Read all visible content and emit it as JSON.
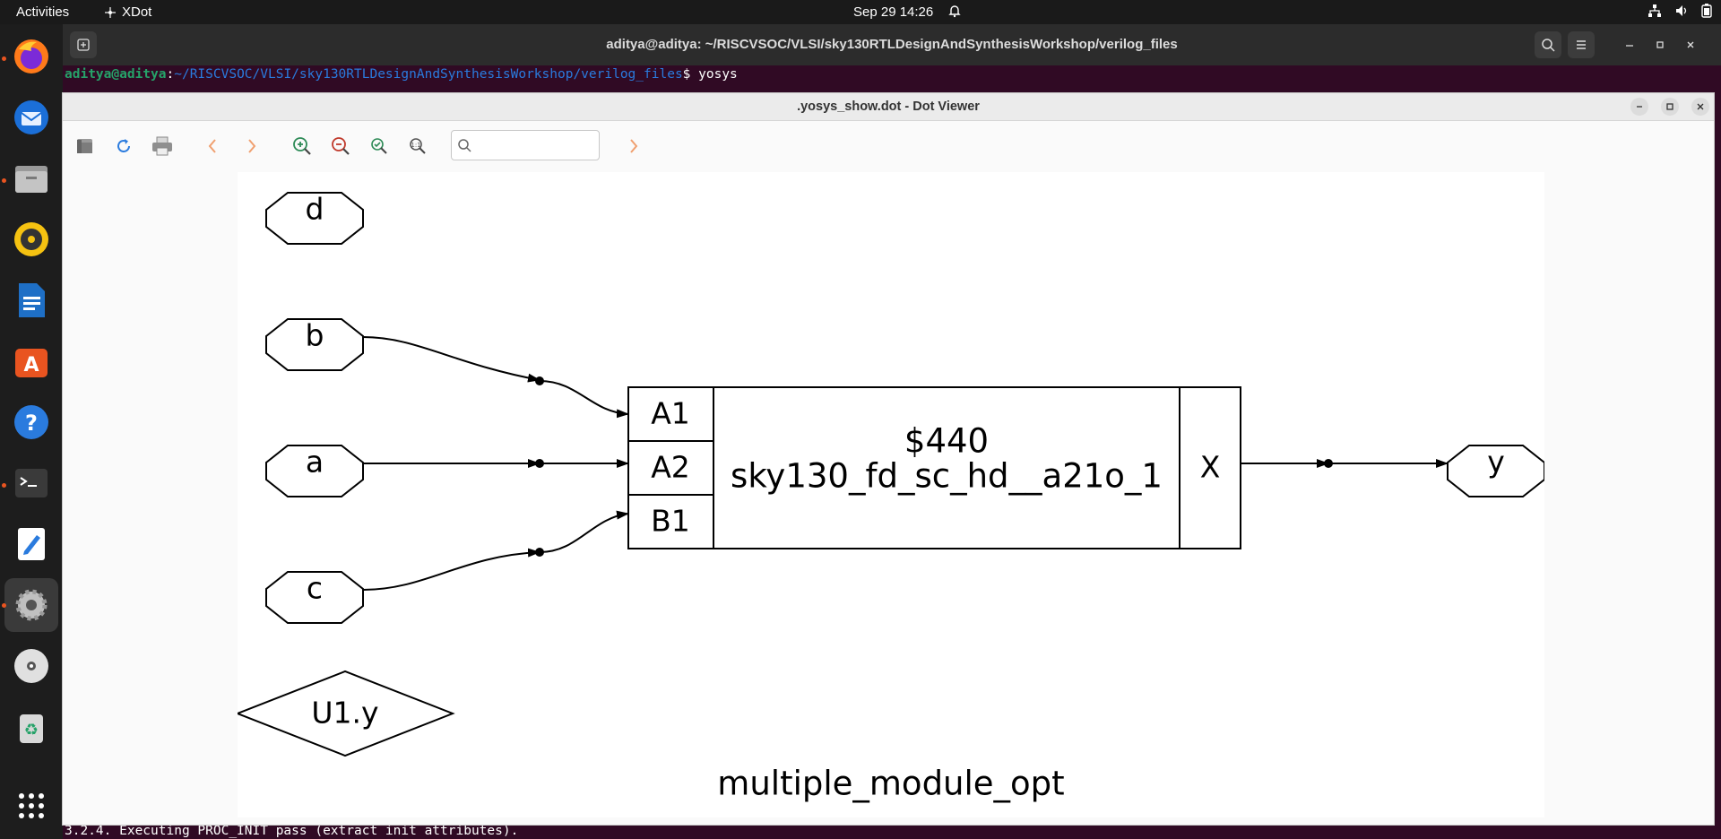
{
  "topbar": {
    "activities": "Activities",
    "app_name": "XDot",
    "clock": "Sep 29  14:26"
  },
  "dock": {
    "items": [
      "firefox-icon",
      "thunderbird-icon",
      "files-icon",
      "rhythmbox-icon",
      "writer-icon",
      "app-center-icon",
      "help-icon",
      "terminal-icon",
      "text-editor-icon",
      "settings-icon",
      "disc-icon",
      "trash-icon",
      "show-apps-icon"
    ]
  },
  "terminal": {
    "title": "aditya@aditya: ~/RISCVSOC/VLSI/sky130RTLDesignAndSynthesisWorkshop/verilog_files",
    "prompt_user": "aditya@aditya",
    "prompt_sep": ":",
    "prompt_path": "~/RISCVSOC/VLSI/sky130RTLDesignAndSynthesisWorkshop/verilog_files",
    "prompt_cmd": "$ yosys",
    "bottom_line": "3.2.4. Executing PROC_INIT pass (extract init attributes)."
  },
  "viewer": {
    "title": ".yosys_show.dot - Dot Viewer",
    "search_placeholder": ""
  },
  "graph": {
    "inputs": [
      "d",
      "b",
      "a",
      "c"
    ],
    "output": "y",
    "extra_node": "U1.y",
    "cell": {
      "id": "$440",
      "type": "sky130_fd_sc_hd__a21o_1",
      "ports_in": [
        "A1",
        "A2",
        "B1"
      ],
      "port_out": "X"
    },
    "module_label": "multiple_module_opt"
  }
}
